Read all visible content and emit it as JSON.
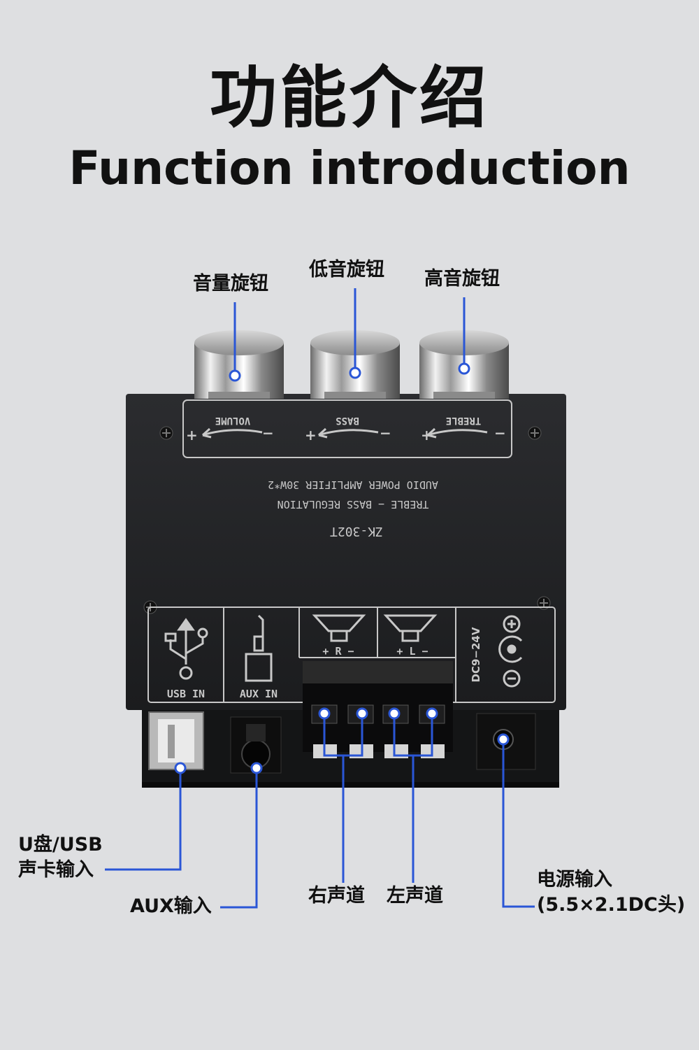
{
  "title": {
    "cn": "功能介绍",
    "en": "Function introduction"
  },
  "callouts": {
    "volume_knob": "音量旋钮",
    "bass_knob": "低音旋钮",
    "treble_knob": "高音旋钮",
    "usb_input_1": "U盘/USB",
    "usb_input_2": "声卡输入",
    "aux_input": "AUX输入",
    "right_channel": "右声道",
    "left_channel": "左声道",
    "power_input_1": "电源输入",
    "power_input_2": "(5.5×2.1DC头)"
  },
  "board": {
    "volume": "VOLUME",
    "bass": "BASS",
    "treble": "TREBLE",
    "plus": "+",
    "minus": "−",
    "line1": "AUDIO POWER AMPLIFIER 30W*2",
    "line2": "TREBLE − BASS REGULATION",
    "model": "ZK-302T",
    "usb_in": "USB IN",
    "aux_in": "AUX IN",
    "right": "+ R −",
    "left": "+ L −",
    "voltage": "DC9−24V"
  },
  "colors": {
    "callout_line": "#2a56d6",
    "board": "#222325",
    "silk": "#c8c8c8"
  }
}
